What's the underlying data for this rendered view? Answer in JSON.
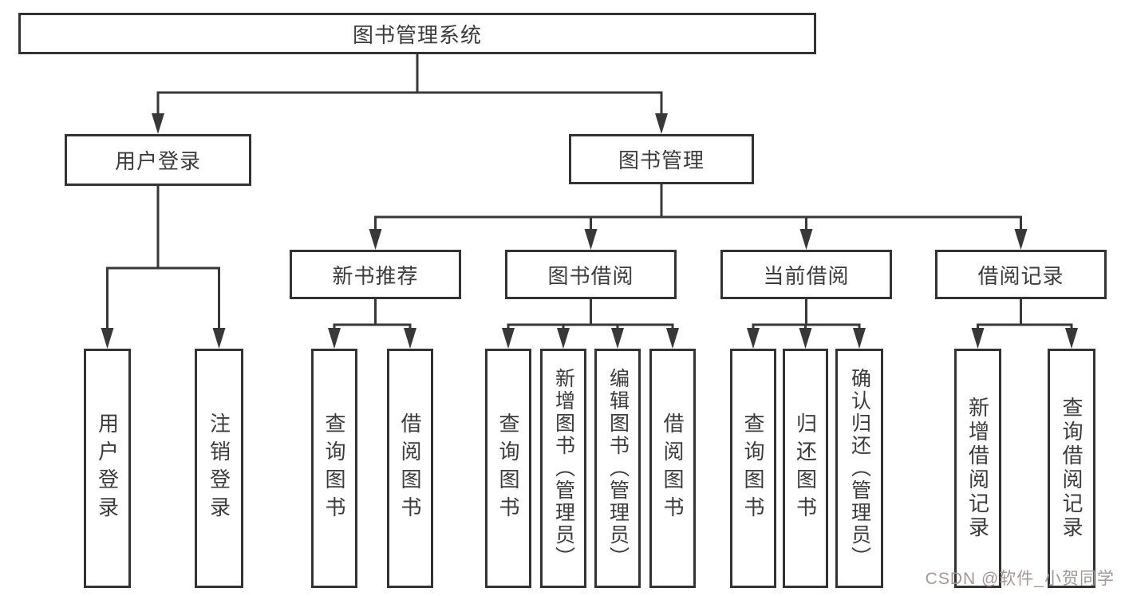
{
  "diagram": {
    "title": "图书管理系统",
    "level2": [
      {
        "label": "用户登录"
      },
      {
        "label": "图书管理"
      }
    ],
    "level3": [
      {
        "parent": "图书管理",
        "label": "新书推荐"
      },
      {
        "parent": "图书管理",
        "label": "图书借阅"
      },
      {
        "parent": "图书管理",
        "label": "当前借阅"
      },
      {
        "parent": "图书管理",
        "label": "借阅记录"
      }
    ],
    "leaves": [
      {
        "parent": "用户登录",
        "label": "用户登录"
      },
      {
        "parent": "用户登录",
        "label": "注销登录"
      },
      {
        "parent": "新书推荐",
        "label": "查询图书"
      },
      {
        "parent": "新书推荐",
        "label": "借阅图书"
      },
      {
        "parent": "图书借阅",
        "label": "查询图书"
      },
      {
        "parent": "图书借阅",
        "label": "新增图书（管理员）"
      },
      {
        "parent": "图书借阅",
        "label": "编辑图书（管理员）"
      },
      {
        "parent": "图书借阅",
        "label": "借阅图书"
      },
      {
        "parent": "当前借阅",
        "label": "查询图书"
      },
      {
        "parent": "当前借阅",
        "label": "归还图书"
      },
      {
        "parent": "当前借阅",
        "label": "确认归还（管理员）"
      },
      {
        "parent": "借阅记录",
        "label": "新增借阅记录"
      },
      {
        "parent": "借阅记录",
        "label": "查询借阅记录"
      }
    ],
    "colors": {
      "box_border": "#333333",
      "line": "#383838",
      "text": "#3b3b3b",
      "background": "#ffffff"
    }
  },
  "watermark": {
    "text": "CSDN @软件_小贺同学",
    "color": "#a89595"
  }
}
